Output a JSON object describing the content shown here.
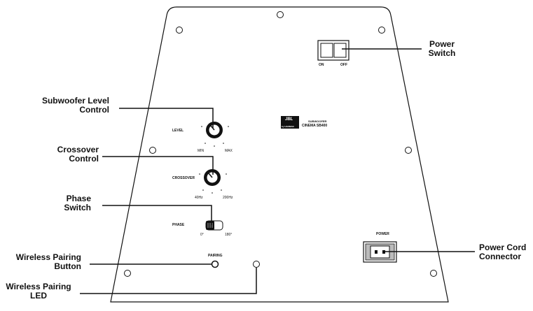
{
  "callouts": {
    "power_switch": [
      "Power",
      "Switch"
    ],
    "subwoofer_level": [
      "Subwoofer Level",
      "Control"
    ],
    "crossover": [
      "Crossover",
      "Control"
    ],
    "phase": [
      "Phase",
      "Switch"
    ],
    "pairing_button": [
      "Wireless Pairing",
      "Button"
    ],
    "pairing_led": [
      "Wireless Pairing",
      "LED"
    ],
    "power_cord": [
      "Power Cord",
      "Connector"
    ]
  },
  "panel": {
    "on_label": "ON",
    "off_label": "OFF",
    "level_label": "LEVEL",
    "min_label": "MIN",
    "max_label": "MAX",
    "crossover_label": "CROSSOVER",
    "hz_low": "40Hz",
    "hz_high": "200Hz",
    "phase_label": "PHASE",
    "phase_0": "0°",
    "phase_180": "180°",
    "pairing_label": "PAIRING",
    "power_label": "POWER",
    "brand_logo": "JBL",
    "brand_sub": "by HARMAN",
    "product_type": "SUBWOOFER",
    "product_name": "CINEMA SB400"
  },
  "colors": {
    "line": "#111111",
    "background": "#ffffff"
  }
}
